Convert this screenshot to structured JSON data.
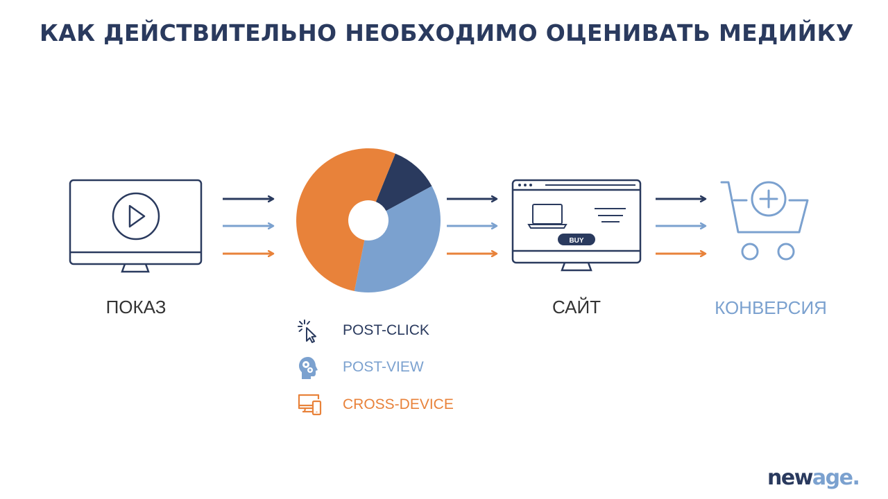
{
  "title": "КАК ДЕЙСТВИТЕЛЬНО НЕОБХОДИМО ОЦЕНИВАТЬ МЕДИЙКУ",
  "colors": {
    "navy": "#2a3a5e",
    "blue": "#7ba1cf",
    "orange": "#e8823a",
    "text": "#333333"
  },
  "stages": [
    {
      "label": "ПОКАЗ",
      "icon": "monitor-play-icon"
    },
    {
      "label": "САЙТ",
      "icon": "browser-monitor-icon",
      "button_label": "BUY"
    },
    {
      "label": "КОНВЕРСИЯ",
      "icon": "cart-plus-icon"
    }
  ],
  "attribution": {
    "shares": [
      {
        "name": "POST-CLICK",
        "share": 0.11
      },
      {
        "name": "POST-VIEW",
        "share": 0.36
      },
      {
        "name": "CROSS-DEVICE",
        "share": 0.53
      }
    ]
  },
  "legend": [
    {
      "label": "POST-CLICK",
      "icon": "cursor-click-icon"
    },
    {
      "label": "POST-VIEW",
      "icon": "head-gears-icon"
    },
    {
      "label": "CROSS-DEVICE",
      "icon": "devices-icon"
    }
  ],
  "logo": {
    "part1": "new",
    "part2": "age",
    "dot": "."
  }
}
